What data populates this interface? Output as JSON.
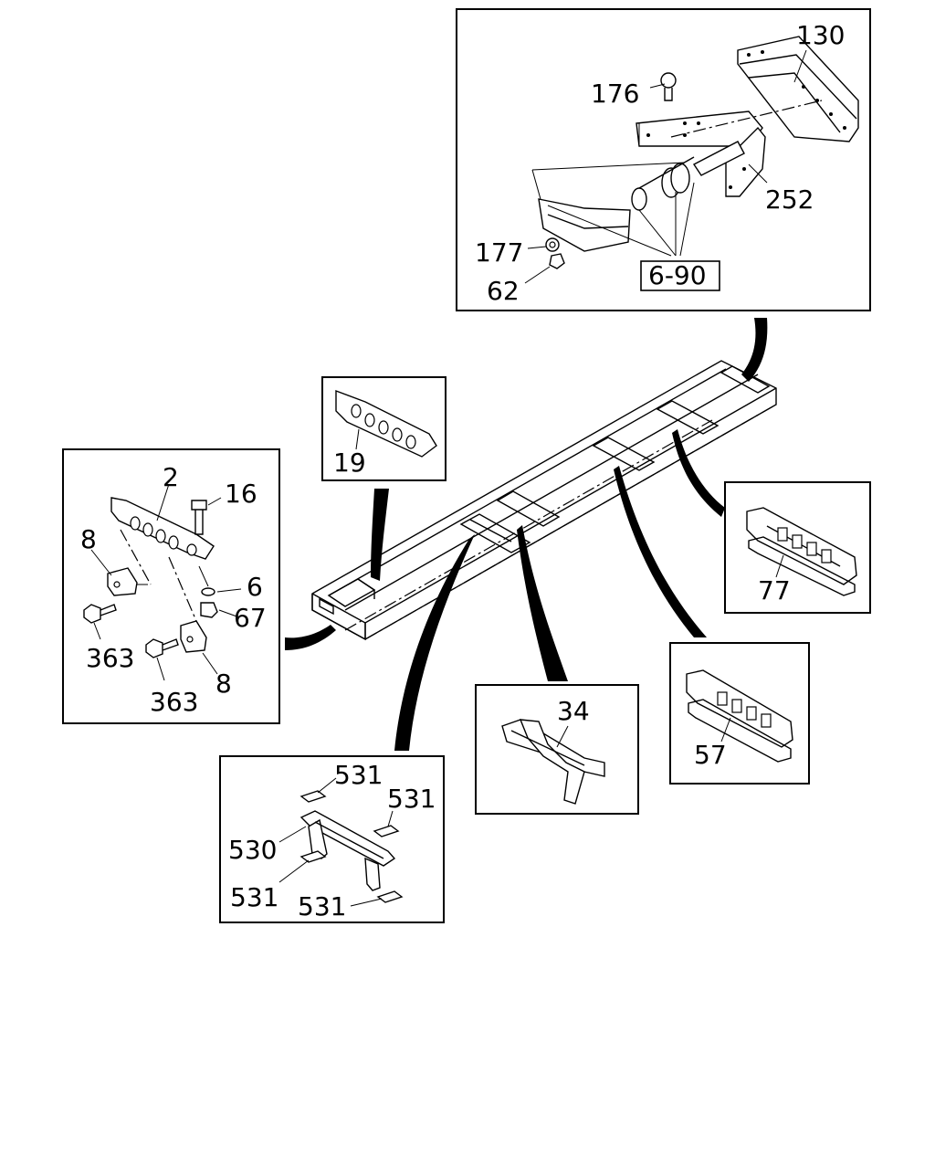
{
  "callouts": {
    "c130": "130",
    "c176": "176",
    "c252": "252",
    "c177": "177",
    "c62": "62",
    "c690": "6-90",
    "c19": "19",
    "c2": "2",
    "c16": "16",
    "c8a": "8",
    "c6": "6",
    "c67": "67",
    "c363a": "363",
    "c363b": "363",
    "c8b": "8",
    "c77": "77",
    "c34": "34",
    "c57": "57",
    "c531a": "531",
    "c531b": "531",
    "c530": "530",
    "c531c": "531",
    "c531d": "531"
  }
}
